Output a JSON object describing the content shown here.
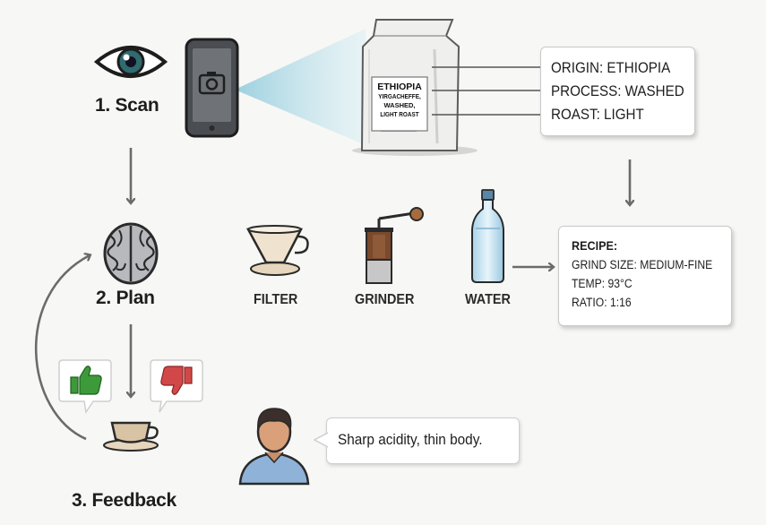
{
  "steps": {
    "scan": "1. Scan",
    "plan": "2. Plan",
    "feedback": "3. Feedback"
  },
  "bag": {
    "line1": "ETHIOPIA",
    "line2": "YIRGACHEFFE,",
    "line3": "WASHED,",
    "line4": "LIGHT ROAST"
  },
  "bean_info": {
    "origin": "ORIGIN: ETHIOPIA",
    "process": "PROCESS: WASHED",
    "roast": "ROAST: LIGHT"
  },
  "tools": {
    "filter": "FILTER",
    "grinder": "GRINDER",
    "water": "WATER"
  },
  "recipe": {
    "title": "RECIPE:",
    "grind": "GRIND SIZE: MEDIUM-FINE",
    "temp": "TEMP: 93°C",
    "ratio": "RATIO: 1:16"
  },
  "feedback_quote": "Sharp acidity, thin body.",
  "colors": {
    "arrow": "#6b6b6b",
    "thumbs_up": "#3d9a3a",
    "thumbs_down": "#d24848",
    "eye_iris": "#2f6b6f",
    "scan_beam": "#a8d8e6",
    "cup": "#d8c3a5",
    "grinder_body": "#7a4a2c"
  },
  "icons": [
    "eye-icon",
    "phone-camera-icon",
    "brain-icon",
    "thumbs-up-icon",
    "thumbs-down-icon",
    "cup-icon",
    "person-icon",
    "coffee-bag-icon",
    "pour-over-filter-icon",
    "hand-grinder-icon",
    "water-bottle-icon"
  ]
}
